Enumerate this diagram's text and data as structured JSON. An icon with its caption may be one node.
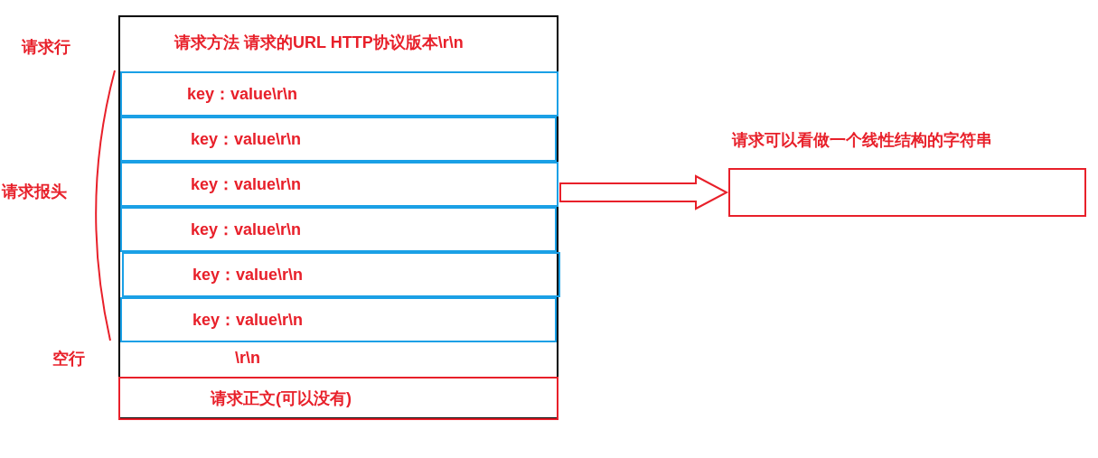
{
  "diagram": {
    "nodes": [
      {
        "text": [],
        "shape": "box"
      },
      {
        "text": [
          "请求方法 请求的URL HTTP协议版本\\r\\n"
        ],
        "in": 0
      },
      {
        "text": [
          "key：value\\r\\n"
        ],
        "in": 0
      },
      {
        "text": [
          "key：value\\r\\n"
        ],
        "in": 0
      },
      {
        "text": [
          "key：value\\r\\n"
        ],
        "in": 0
      },
      {
        "text": [
          "key：value\\r\\n"
        ],
        "in": 0
      },
      {
        "text": [
          "key：value\\r\\n"
        ],
        "in": 0
      },
      {
        "text": [
          "key：value\\r\\n"
        ],
        "in": 0
      },
      {
        "text": [
          "\\r\\n"
        ],
        "in": 0
      },
      {
        "text": [
          "请求正文(可以没有)"
        ],
        "in": 0
      },
      {
        "text": [
          "请求可以看做一个线性结构的字符串"
        ]
      }
    ],
    "edges": [
      {
        "from": 0,
        "to": 10,
        "arrow": "to"
      }
    ],
    "labels": [
      "请求行",
      "请求报头",
      "空行"
    ]
  }
}
